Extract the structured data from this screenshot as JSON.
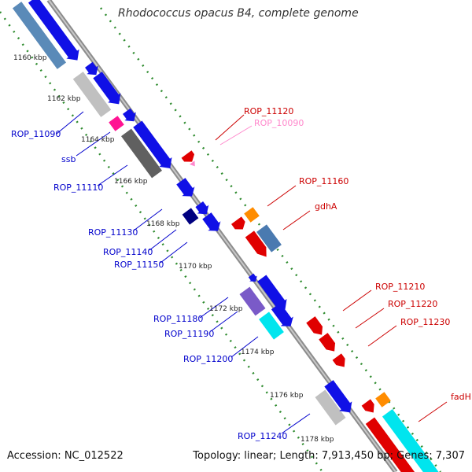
{
  "title": "Rhodococcus opacus B4, complete genome",
  "footer": {
    "accession": "Accession: NC_012522",
    "topology": "Topology: linear; Length: 7,913,450 bp; Genes: 7,307"
  },
  "colors": {
    "backbone": "#8c8c8c",
    "tick": "#2e8b2e",
    "label_blue": "#0000cc",
    "label_red": "#cc0000",
    "label_pink": "#ff88cc"
  },
  "scale_labels": [
    "1160 kbp",
    "1162 kbp",
    "1164 kbp",
    "1166 kbp",
    "1168 kbp",
    "1170 kbp",
    "1172 kbp",
    "1174 kbp",
    "1176 kbp",
    "1178 kbp"
  ],
  "gene_labels": {
    "blue": [
      "ROP_11090",
      "ssb",
      "ROP_11110",
      "ROP_11130",
      "ROP_11140",
      "ROP_11150",
      "ROP_11180",
      "ROP_11190",
      "ROP_11200",
      "ROP_11240"
    ],
    "red": [
      "ROP_11120",
      "ROP_11160",
      "gdhA",
      "ROP_11210",
      "ROP_11220",
      "ROP_11230",
      "fadH"
    ],
    "pink": [
      "ROP_10090"
    ]
  }
}
